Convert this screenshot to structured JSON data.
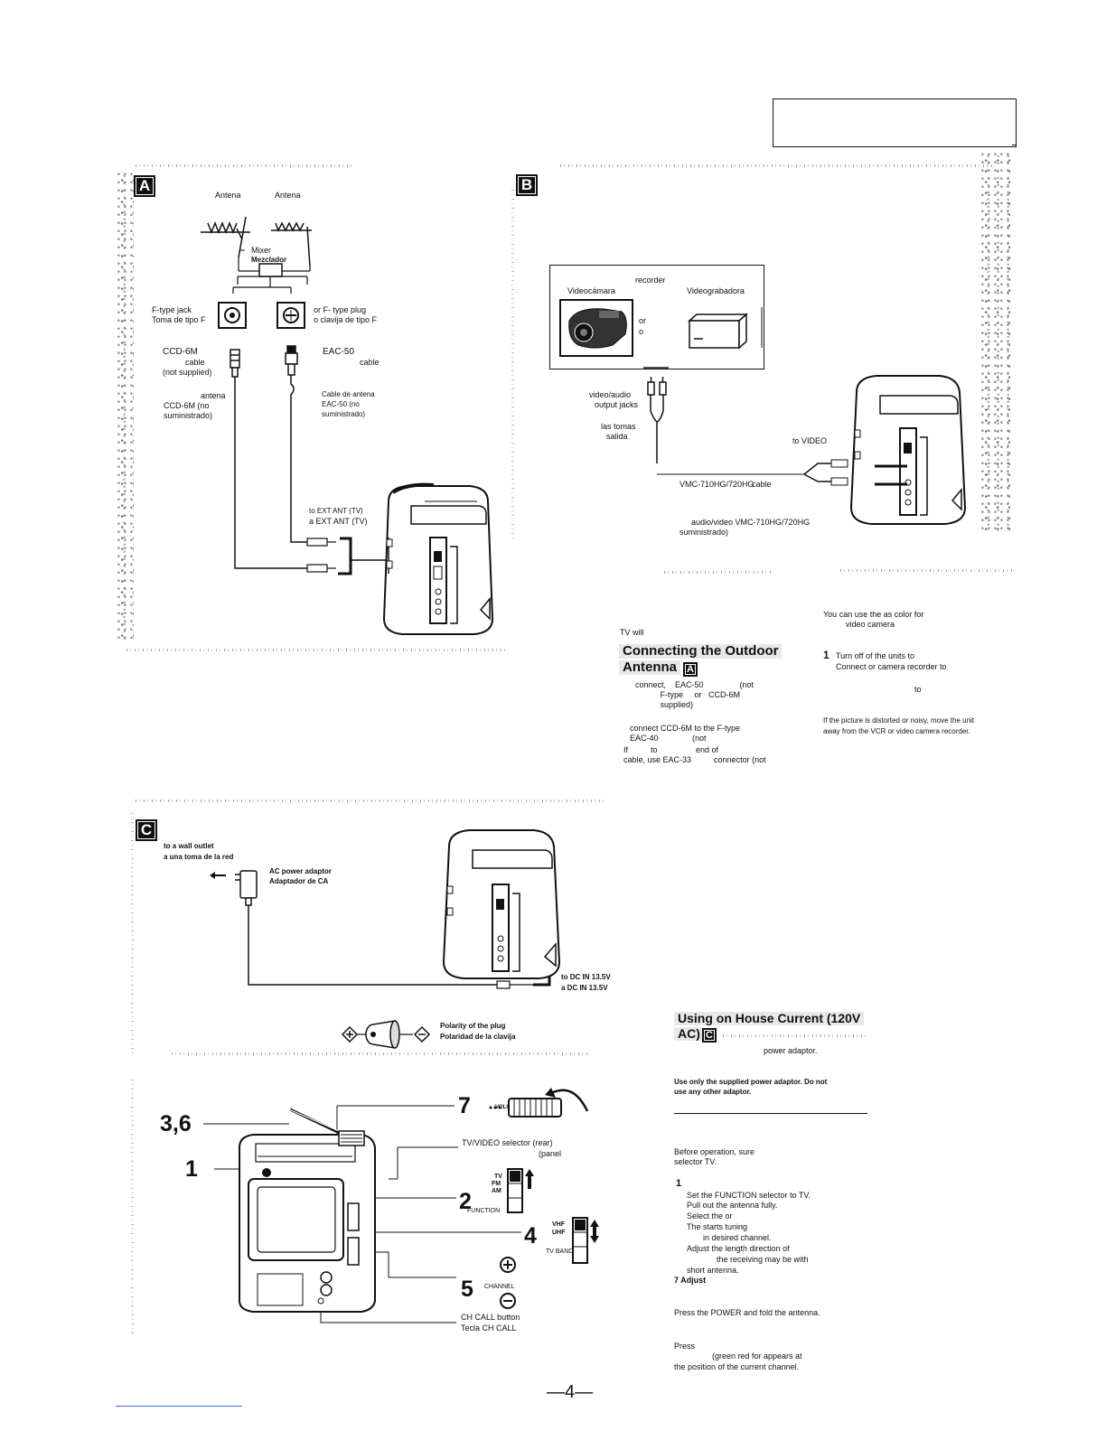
{
  "panels": {
    "a": "A",
    "b": "B",
    "c": "C"
  },
  "section_a": {
    "antenna_left": "Antena",
    "antenna_right": "Antena",
    "mixer": "Mixer",
    "mezclador": "Mezclador",
    "ftype_jack": "F-type jack",
    "toma_tipo_f": "Toma de tipo F",
    "or_ftype_plug": "or F- type plug",
    "clavija_tipo_f": "o clavija de tipo F",
    "ccd6m": "CCD-6M",
    "ccd6m_cable": "cable",
    "ccd6m_not_supplied": "(not supplied)",
    "ccd6m_es_1": "antena",
    "ccd6m_es_2": "CCD-6M (no",
    "ccd6m_es_3": "suministrado)",
    "eac50": "EAC-50",
    "eac50_cable": "cable",
    "eac50_es_1": "Cable de antena",
    "eac50_es_2": "EAC-50 (no",
    "eac50_es_3": "suministrado)",
    "to_ext_ant": "to EXT ANT (TV)",
    "a_ext_ant": "a EXT ANT (TV)"
  },
  "section_b": {
    "recorder": "recorder",
    "videocamara": "Videocámara",
    "videograbadora": "Videograbadora",
    "or": "or",
    "o": "o",
    "output_jacks_1": "video/audio",
    "output_jacks_2": "output jacks",
    "tomas_1": "las tomas",
    "tomas_2": "salida",
    "to_video": "to VIDEO",
    "vmc_cable": "VMC-710HG/720HG",
    "vmc_cable_word": "cable",
    "vmc_es_1": "audio/video VMC-710HG/720HG",
    "vmc_es_2": "suministrado)"
  },
  "section_c": {
    "wall_outlet_en": "to a wall outlet",
    "wall_outlet_es": "a una toma de la red",
    "ac_adaptor_en": "AC power adaptor",
    "ac_adaptor_es": "Adaptador de CA",
    "dc_in_en": "to DC IN 13.5V",
    "dc_in_es": "a DC IN 13.5V",
    "polarity_en": "Polarity of the plug",
    "polarity_es": "Polaridad de la clavija"
  },
  "controls": {
    "n36": "3,6",
    "n1": "1",
    "n7": "7",
    "volume": "VOLUME",
    "tvvideo_1": "TV/VIDEO selector (rear)",
    "tvvideo_2": "(panel",
    "n2": "2",
    "tv": "TV",
    "fm": "FM",
    "am": "AM",
    "function": "FUNCTION",
    "n4": "4",
    "vhf": "VHF",
    "uhf": "UHF",
    "tvband": "TV BAND",
    "n5": "5",
    "channel": "CHANNEL",
    "ch_call_en": "CH CALL button",
    "ch_call_es": "Tecla CH CALL"
  },
  "text_mid": {
    "tv_will": "TV        will",
    "heading_1": "Connecting the Outdoor",
    "heading_2": "Antenna",
    "p1": "connect,    EAC-50                (not\n           F-type     or   CCD-6M\n           supplied)",
    "p2": "connect CCD-6M to the F-type\nEAC-40               (not",
    "p3": "If          to                 end of\ncable, use EAC-33          connector (not"
  },
  "text_right": {
    "use_1": "You can use the      as   color              for",
    "use_2": "video camera",
    "step1_n": "1",
    "step1_a": "Turn off          of the units to",
    "step1_b": "Connect          or      camera recorder to",
    "step1_c": "to",
    "distort_1": "If the picture is distorted or noisy, move the unit",
    "distort_2": "away from the VCR or video camera recorder."
  },
  "text_house": {
    "heading_1": "Using on House Current (120V",
    "heading_2": "AC)",
    "line": "power adaptor.",
    "note_1": "Use only the supplied      power adaptor. Do not",
    "note_2": "use any other              adaptor.",
    "before_1": "Before  operation,    sure",
    "before_2": "selector   TV.",
    "s_num": "1",
    "s1": "Set the FUNCTION selector to TV.",
    "s2": "Pull out the antenna fully.",
    "s3": "Select the           or",
    "s4": "The      starts tuning",
    "s5": "in      desired channel.",
    "s6": "Adjust the length       direction of",
    "s7": "the receiving may be        with",
    "s8": "short antenna.",
    "s9": "7 Adjust",
    "power": "Press the POWER        and fold the antenna.",
    "press": "Press",
    "green": "(green          red for      appears at",
    "position": "the position of the current channel."
  },
  "page_number": "—4—"
}
